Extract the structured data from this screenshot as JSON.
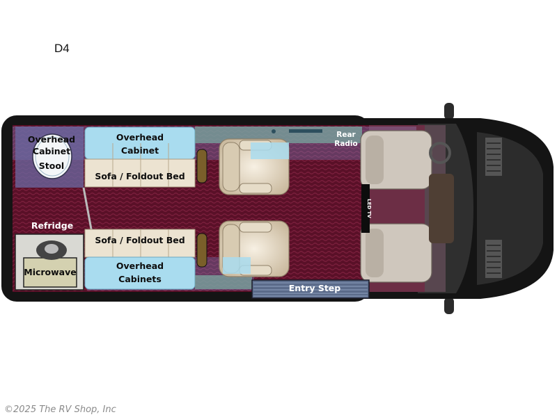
{
  "model": "D4",
  "labels": {
    "overhead_cabinet_left": [
      "Overhead",
      "Cabinet",
      "Stool"
    ],
    "overhead_cabinet_top": [
      "Overhead",
      "Cabinet"
    ],
    "sofa_top": "Sofa / Foldout Bed",
    "sofa_bottom": "Sofa / Foldout Bed",
    "overhead_cabinets_bottom": [
      "Overhead",
      "Cabinets"
    ],
    "refridge": "Refridge",
    "microwave": "Microwave",
    "rear_radio": [
      "Rear",
      "Radio"
    ],
    "led_tv": "LED TV",
    "entry_step": "Entry Step"
  },
  "copyright": "©2025 The RV Shop, Inc",
  "colors": {
    "carpet": "#5a1028",
    "cabinet_blue": "#a9dcef",
    "body_black": "#141414",
    "seat": "#ede3d2"
  }
}
